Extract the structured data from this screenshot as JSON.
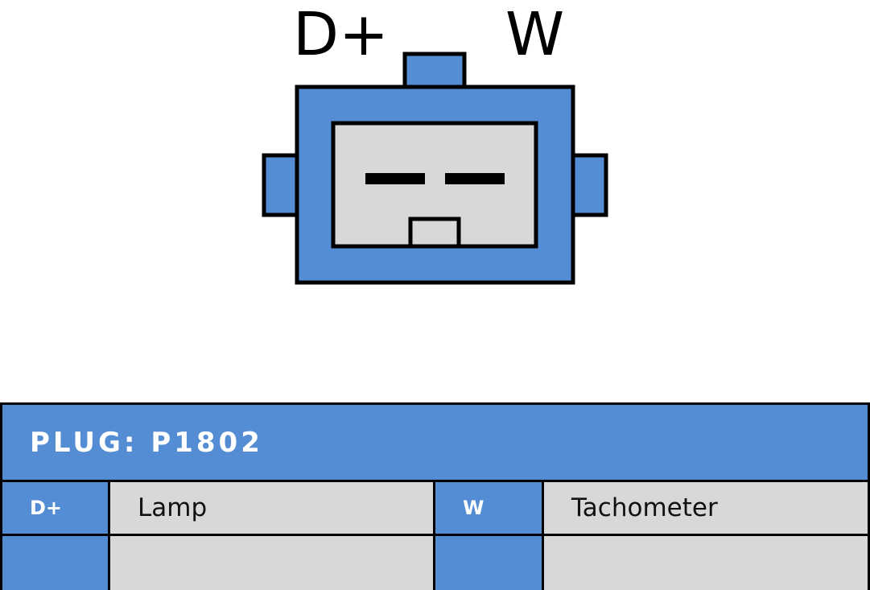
{
  "connector": {
    "terminal_labels": [
      "D+",
      "W"
    ],
    "colors": {
      "housing": "#548dd4",
      "face": "#d8d8d8",
      "outline": "#000000"
    }
  },
  "table": {
    "title": "PLUG: P1802",
    "rows": [
      {
        "pin": "D+",
        "function": "Lamp",
        "pin2": "W",
        "function2": "Tachometer"
      },
      {
        "pin": "",
        "function": "",
        "pin2": "",
        "function2": ""
      }
    ]
  }
}
